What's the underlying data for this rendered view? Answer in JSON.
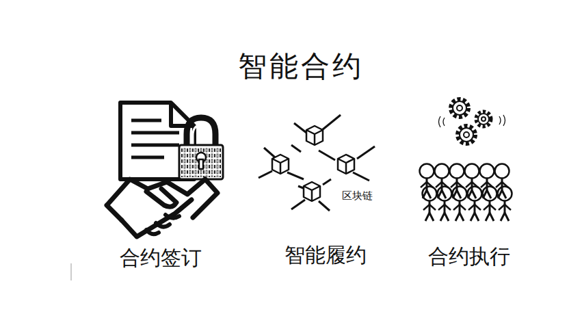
{
  "diagram": {
    "title": "智能合约",
    "labels": [
      "合约签订",
      "区块链",
      "智能履约",
      "合约执行"
    ]
  }
}
